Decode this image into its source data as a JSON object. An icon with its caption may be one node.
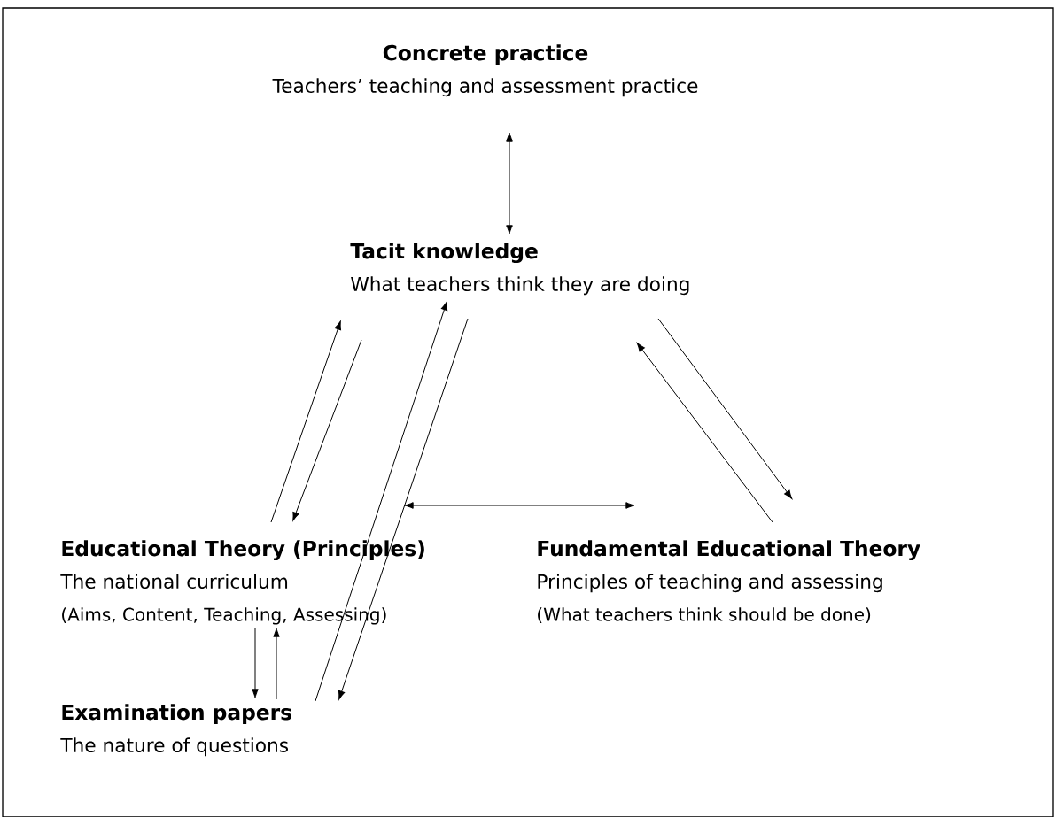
{
  "diagram": {
    "nodes": [
      {
        "text": [
          "Concrete practice",
          "Teachers’ teaching and assessment practice"
        ]
      },
      {
        "text": [
          "Tacit knowledge",
          "What teachers think they are doing"
        ]
      },
      {
        "text": [
          "Educational Theory (Principles)",
          "The national curriculum",
          "(Aims, Content, Teaching, Assessing)"
        ]
      },
      {
        "text": [
          "Fundamental Educational Theory",
          "Principles of teaching and assessing",
          "(What teachers think should be done)"
        ]
      },
      {
        "text": [
          "Examination papers",
          "The nature of questions"
        ]
      }
    ],
    "edges": [
      {
        "from": 0,
        "to": 1,
        "arrow": "both"
      },
      {
        "from": 2,
        "to": 1,
        "arrow": "to"
      },
      {
        "from": 1,
        "to": 2,
        "arrow": "to"
      },
      {
        "from": 4,
        "to": 1,
        "arrow": "to"
      },
      {
        "from": 1,
        "to": 4,
        "arrow": "to"
      },
      {
        "from": 1,
        "to": 3,
        "arrow": "to"
      },
      {
        "from": 3,
        "to": 1,
        "arrow": "to"
      },
      {
        "from": 2,
        "to": 3,
        "arrow": "both"
      },
      {
        "from": 2,
        "to": 4,
        "arrow": "to"
      },
      {
        "from": 4,
        "to": 2,
        "arrow": "to"
      }
    ]
  }
}
